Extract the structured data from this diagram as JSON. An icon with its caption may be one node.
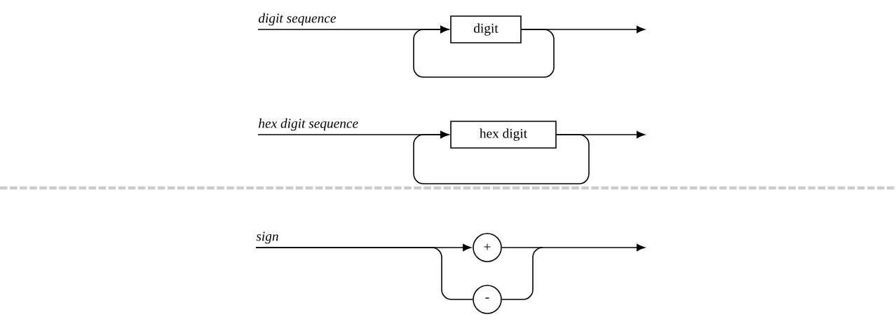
{
  "diagram": {
    "nodes": [
      {
        "text": [
          "digit sequence"
        ]
      },
      {
        "text": [
          "digit"
        ]
      },
      {
        "text": [
          "hex digit sequence"
        ]
      },
      {
        "text": [
          "hex digit"
        ]
      },
      {
        "text": [
          "sign"
        ]
      },
      {
        "text": [
          "+"
        ]
      },
      {
        "text": [
          "-"
        ]
      }
    ],
    "edges": [
      {
        "from": 0,
        "to": 1,
        "arrow": "to"
      },
      {
        "from": 1,
        "to": 1,
        "arrow": "to"
      },
      {
        "from": 1,
        "to": null,
        "arrow": "to"
      },
      {
        "from": 2,
        "to": 3,
        "arrow": "to"
      },
      {
        "from": 3,
        "to": 3,
        "arrow": "to"
      },
      {
        "from": 3,
        "to": null,
        "arrow": "to"
      },
      {
        "from": 4,
        "to": 5,
        "arrow": "to"
      },
      {
        "from": 4,
        "to": 6,
        "arrow": "none"
      },
      {
        "from": 5,
        "to": null,
        "arrow": "to"
      },
      {
        "from": 6,
        "to": null,
        "arrow": "none"
      }
    ]
  }
}
